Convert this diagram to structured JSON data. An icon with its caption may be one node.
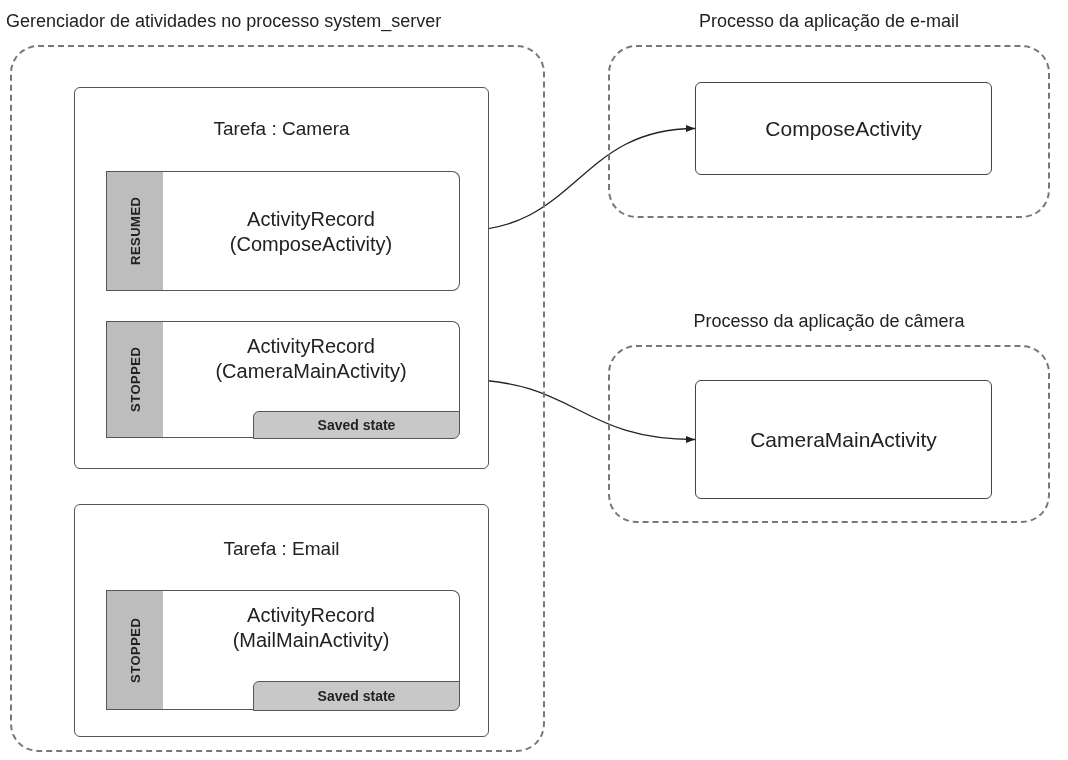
{
  "diagram": {
    "nodes": [
      {
        "text": [
          "Gerenciador de atividades no processo system_server"
        ]
      },
      {
        "text": [
          "Tarefa : Camera"
        ],
        "in": 0
      },
      {
        "text": [
          "RESUMED"
        ],
        "in": 1
      },
      {
        "text": [
          "ActivityRecord (ComposeActivity)"
        ],
        "in": 1
      },
      {
        "text": [
          "STOPPED"
        ],
        "in": 1
      },
      {
        "text": [
          "ActivityRecord (CameraMainActivity)"
        ],
        "in": 1
      },
      {
        "text": [
          "Saved state"
        ],
        "in": 5
      },
      {
        "text": [
          "Tarefa : Email"
        ],
        "in": 0
      },
      {
        "text": [
          "STOPPED"
        ],
        "in": 7
      },
      {
        "text": [
          "ActivityRecord (MailMainActivity)"
        ],
        "in": 7
      },
      {
        "text": [
          "Saved state"
        ],
        "in": 9
      },
      {
        "text": [
          "Processo da aplicação de e-mail"
        ]
      },
      {
        "text": [
          "ComposeActivity"
        ],
        "in": 11
      },
      {
        "text": [
          "Processo da aplicação de câmera"
        ]
      },
      {
        "text": [
          "CameraMainActivity"
        ],
        "in": 13
      }
    ],
    "edges": [
      {
        "from": 3,
        "to": 12,
        "arrow": "to"
      },
      {
        "from": 5,
        "to": 14,
        "arrow": "to"
      }
    ]
  }
}
